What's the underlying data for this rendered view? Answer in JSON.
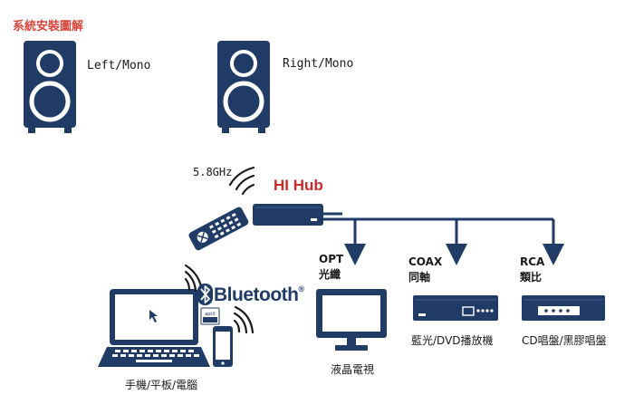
{
  "title": "系統安裝圖解",
  "speakers": {
    "left_label": "Left/Mono",
    "right_label": "Right/Mono"
  },
  "hub": {
    "freq_label": "5.8GHz",
    "name": "HI Hub"
  },
  "outputs": {
    "opt_label": "OPT",
    "opt_sub": "光纖",
    "opt_device": "液晶電視",
    "coax_label": "COAX",
    "coax_sub": "同軸",
    "coax_device": "藍光/DVD播放機",
    "rca_label": "RCA",
    "rca_sub": "類比",
    "rca_device": "CD唱盤/黑膠唱盤"
  },
  "bluetooth": {
    "brand": "Bluetooth",
    "trademark": "®",
    "badge_codec": "aptX",
    "devices_label": "手機/平板/電腦"
  },
  "colors": {
    "device": "#1f3b66",
    "title": "#d9443a",
    "hub_name": "#cc2a2a"
  }
}
